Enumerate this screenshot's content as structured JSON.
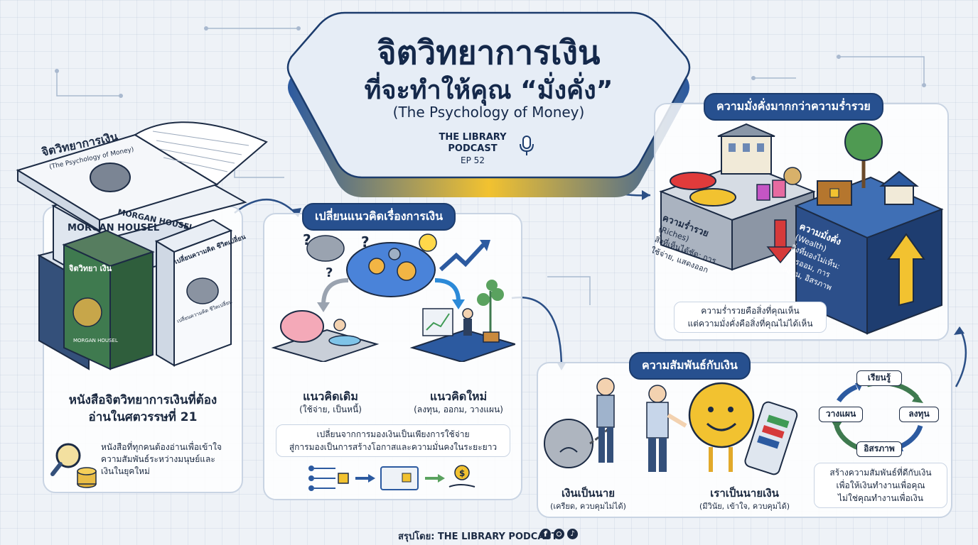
{
  "title": {
    "line1": "จิตวิทยาการเงิน",
    "line2": "ที่จะทำให้คุณ “มั่งคั่ง”",
    "subtitle": "(The Psychology of Money)",
    "podcast_line1": "THE LIBRARY",
    "podcast_line2": "PODCAST",
    "episode": "EP 52"
  },
  "books_panel": {
    "heading_line1": "หนังสือจิตวิทยาการเงินที่ต้อง",
    "heading_line2": "อ่านในศตวรรษที่ 21",
    "desc_line1": "หนังสือที่ทุกคนต้องอ่านเพื่อเข้าใจ",
    "desc_line2": "ความสัมพันธ์ระหว่างมนุษย์และ",
    "desc_line3": "เงินในยุคใหม่",
    "book_open_title": "จิตวิทยาการเงิน",
    "book_open_sub": "(The Psychology of Money)",
    "book_open_author": "MORGAN HOUSEL",
    "book_green_title": "จิตวิทยา เงิน",
    "book_green_author": "MORGAN HOUSEL",
    "book_white_title": "เปลี่ยนความคิด ชีวิตเปลี่ยน",
    "book_white_sub": "เปลี่ยนความคิด ชีวิตเปลี่ยน",
    "book_stack_author": "MORGAN HOUSEL"
  },
  "mindset_panel": {
    "pill": "เปลี่ยนแนวคิดเรื่องการเงิน",
    "old_title": "แนวคิดเดิม",
    "old_sub": "(ใช้จ่าย, เป็นหนี้)",
    "new_title": "แนวคิดใหม่",
    "new_sub": "(ลงทุน, ออกม, วางแผน)",
    "summary_line1": "เปลี่ยนจากการมองเงินเป็นเพียงการใช้จ่าย",
    "summary_line2": "สู่การมองเป็นการสร้างโอกาสและความมั่นคงในระยะยาว"
  },
  "wealth_panel": {
    "pill": "ความมั่งคั่งมากกว่าความร่ำรวย",
    "riches_title": "ความร่ำรวย",
    "riches_en": "(Riches)",
    "riches_desc": "สิ่งที่เห็นได้ชัด: การใช้จ่าย, แสดงออก",
    "wealth_title": "ความมั่งคั่ง",
    "wealth_en": "(Wealth)",
    "wealth_desc": "สิ่งที่มองไม่เห็น: การออม, การลงทุน, อิสรภาพ",
    "note_line1": "ความร่ำรวยคือสิ่งที่คุณเห็น",
    "note_line2": "แต่ความมั่งคั่งคือสิ่งที่คุณไม่ได้เห็น"
  },
  "relationship_panel": {
    "pill": "ความสัมพันธ์กับเงิน",
    "master_title": "เงินเป็นนาย",
    "master_sub": "(เครียด, ควบคุมไม่ได้)",
    "servant_title": "เราเป็นนายเงิน",
    "servant_sub": "(มีวินัย, เข้าใจ, ควบคุมได้)",
    "cycle": [
      "เรียนรู้",
      "ลงทุน",
      "อิสรภาพ",
      "วางแผน"
    ],
    "summary_line1": "สร้างความสัมพันธ์ที่ดีกับเงิน",
    "summary_line2": "เพื่อให้เงินทำงานเพื่อคุณ",
    "summary_line3": "ไม่ใช่คุณทำงานเพื่อเงิน"
  },
  "footer": {
    "credit": "สรุปโดย: THE LIBRARY PODCAST"
  },
  "colors": {
    "navy": "#27508f",
    "gold": "#f2c230",
    "green": "#3f7a4f",
    "red": "#d63a3a"
  }
}
